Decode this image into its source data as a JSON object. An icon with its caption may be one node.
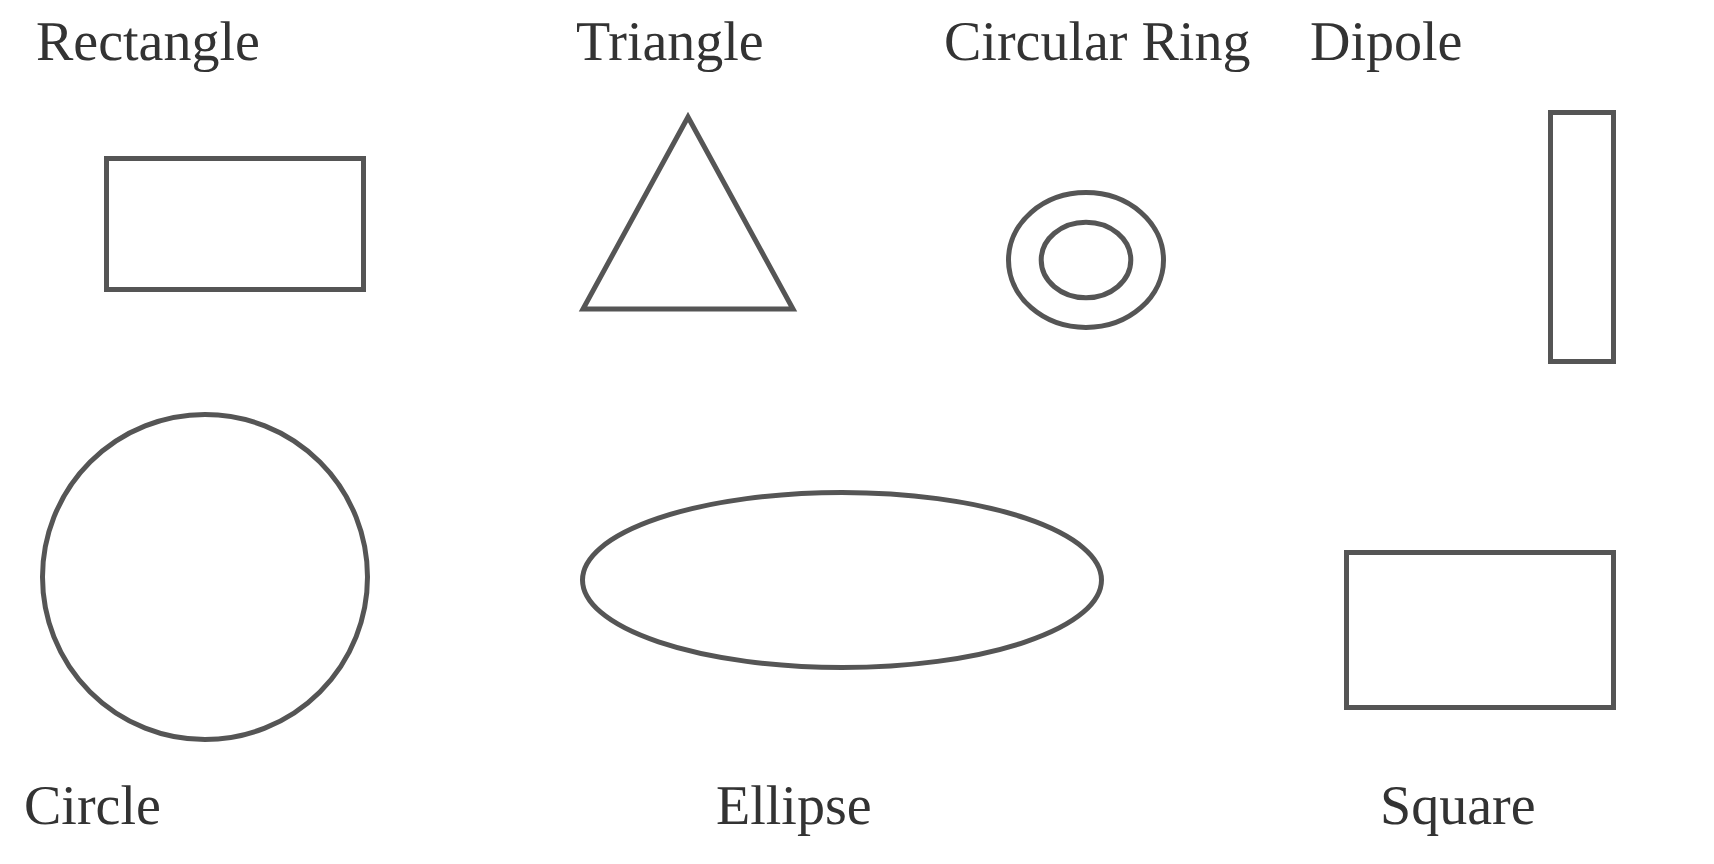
{
  "diagram": {
    "nodes": [
      {
        "text": [
          "Rectangle"
        ]
      },
      {
        "text": [
          "Triangle"
        ]
      },
      {
        "text": [
          "Circular Ring"
        ]
      },
      {
        "text": [
          "Dipole"
        ]
      },
      {
        "text": [
          "Circle"
        ]
      },
      {
        "text": [
          "Ellipse"
        ]
      },
      {
        "text": [
          "Square"
        ]
      }
    ]
  }
}
